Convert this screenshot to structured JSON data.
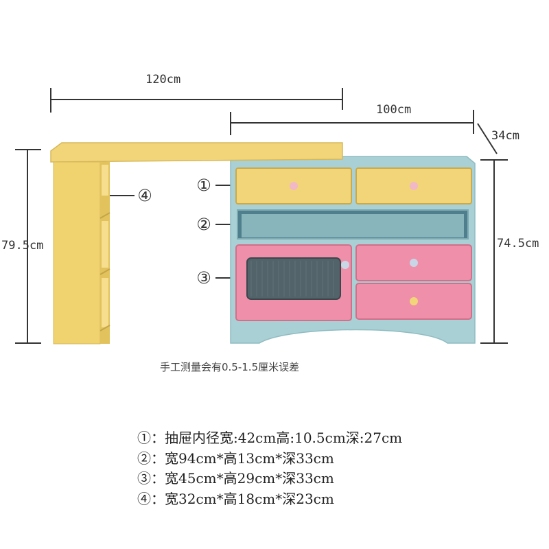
{
  "dimensions": {
    "desk_width": "120cm",
    "cabinet_width": "100cm",
    "depth": "34cm",
    "desk_height": "79.5cm",
    "cabinet_height": "74.5cm"
  },
  "callouts": [
    "①",
    "②",
    "③",
    "④"
  ],
  "note": "手工测量会有0.5-1.5厘米误差",
  "specs": [
    "①：抽屉内径宽:42cm高:10.5cm深:27cm",
    "②：宽94cm*高13cm*深33cm",
    "③：宽45cm*高29cm*深33cm",
    "④：宽32cm*高18cm*深23cm"
  ],
  "colors": {
    "yellow": "#f2d579",
    "blue": "#a9d0d4",
    "pink": "#ef8fa9",
    "dim_line": "#333333"
  }
}
